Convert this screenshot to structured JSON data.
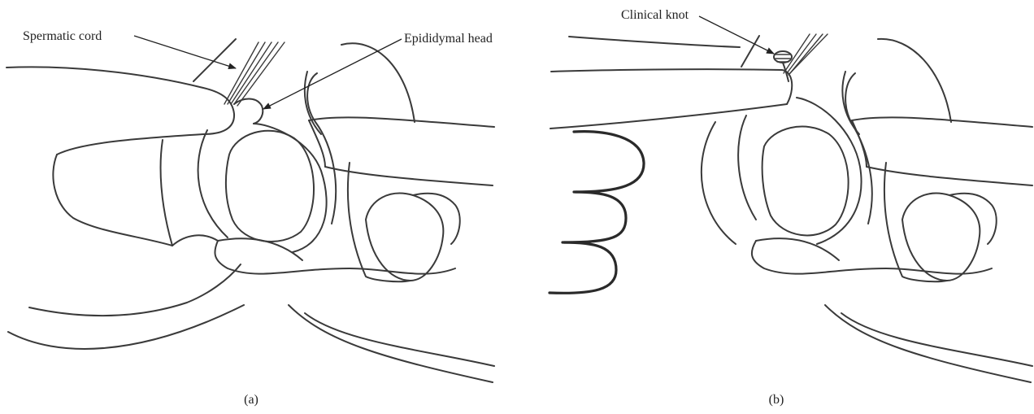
{
  "panels": [
    {
      "caption": "(a)",
      "labels": [
        {
          "key": "spermatic_cord",
          "text": "Spermatic cord"
        },
        {
          "key": "epididymal_head",
          "text": "Epididymal head"
        }
      ]
    },
    {
      "caption": "(b)",
      "labels": [
        {
          "key": "clinical_knot",
          "text": "Clinical knot"
        }
      ]
    }
  ],
  "colors": {
    "line": "#3a3a3a",
    "text": "#222222",
    "background": "#ffffff"
  }
}
